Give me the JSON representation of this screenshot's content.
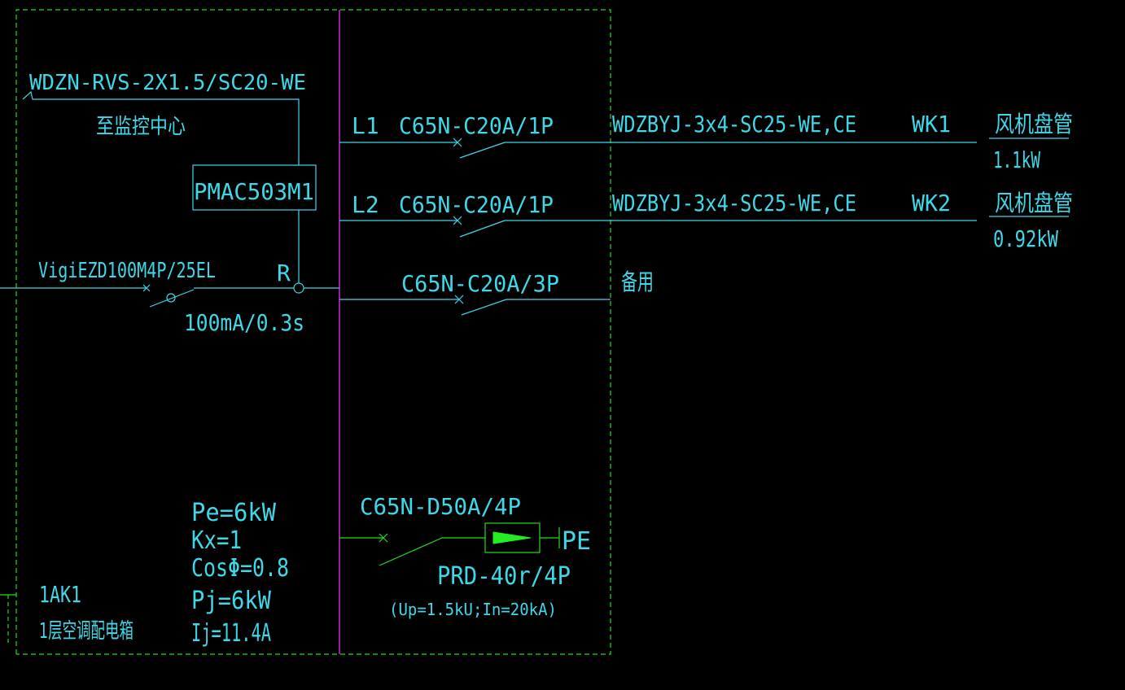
{
  "colors": {
    "background": "#000000",
    "cyan": "#3fd8e8",
    "green": "#22dd22",
    "magenta": "#d024d0",
    "fill_green": "#22ee22"
  },
  "control": {
    "cable_label": "WDZN-RVS-2X1.5/SC20-WE",
    "destination_label": "至监控中心",
    "module_label": "PMAC503M1",
    "relay_label": "R"
  },
  "main_breaker": {
    "model_label": "VigiEZD100M4P/25EL",
    "rating_label": "100mA/0.3s"
  },
  "circuits": [
    {
      "phase": "L1",
      "breaker": "C65N-C20A/1P",
      "cable": "WDZBYJ-3x4-SC25-WE,CE",
      "code": "WK1",
      "load_name": "风机盘管",
      "load_power": "1.1kW"
    },
    {
      "phase": "L2",
      "breaker": "C65N-C20A/1P",
      "cable": "WDZBYJ-3x4-SC25-WE,CE",
      "code": "WK2",
      "load_name": "风机盘管",
      "load_power": "0.92kW"
    },
    {
      "phase": "",
      "breaker": "C65N-C20A/3P",
      "spare_label": "备用"
    }
  ],
  "surge_protector": {
    "breaker": "C65N-D50A/4P",
    "model": "PRD-40r/4P",
    "spec": "(Up=1.5kU;In=20kA)",
    "ground_label": "PE"
  },
  "load_calc": {
    "pe": "Pe=6kW",
    "kx": "Kx=1",
    "cos": "CosΦ=0.8",
    "pj": "Pj=6kW",
    "ij": "Ij=11.4A"
  },
  "panel": {
    "id": "1AK1",
    "name": "1层空调配电箱"
  }
}
